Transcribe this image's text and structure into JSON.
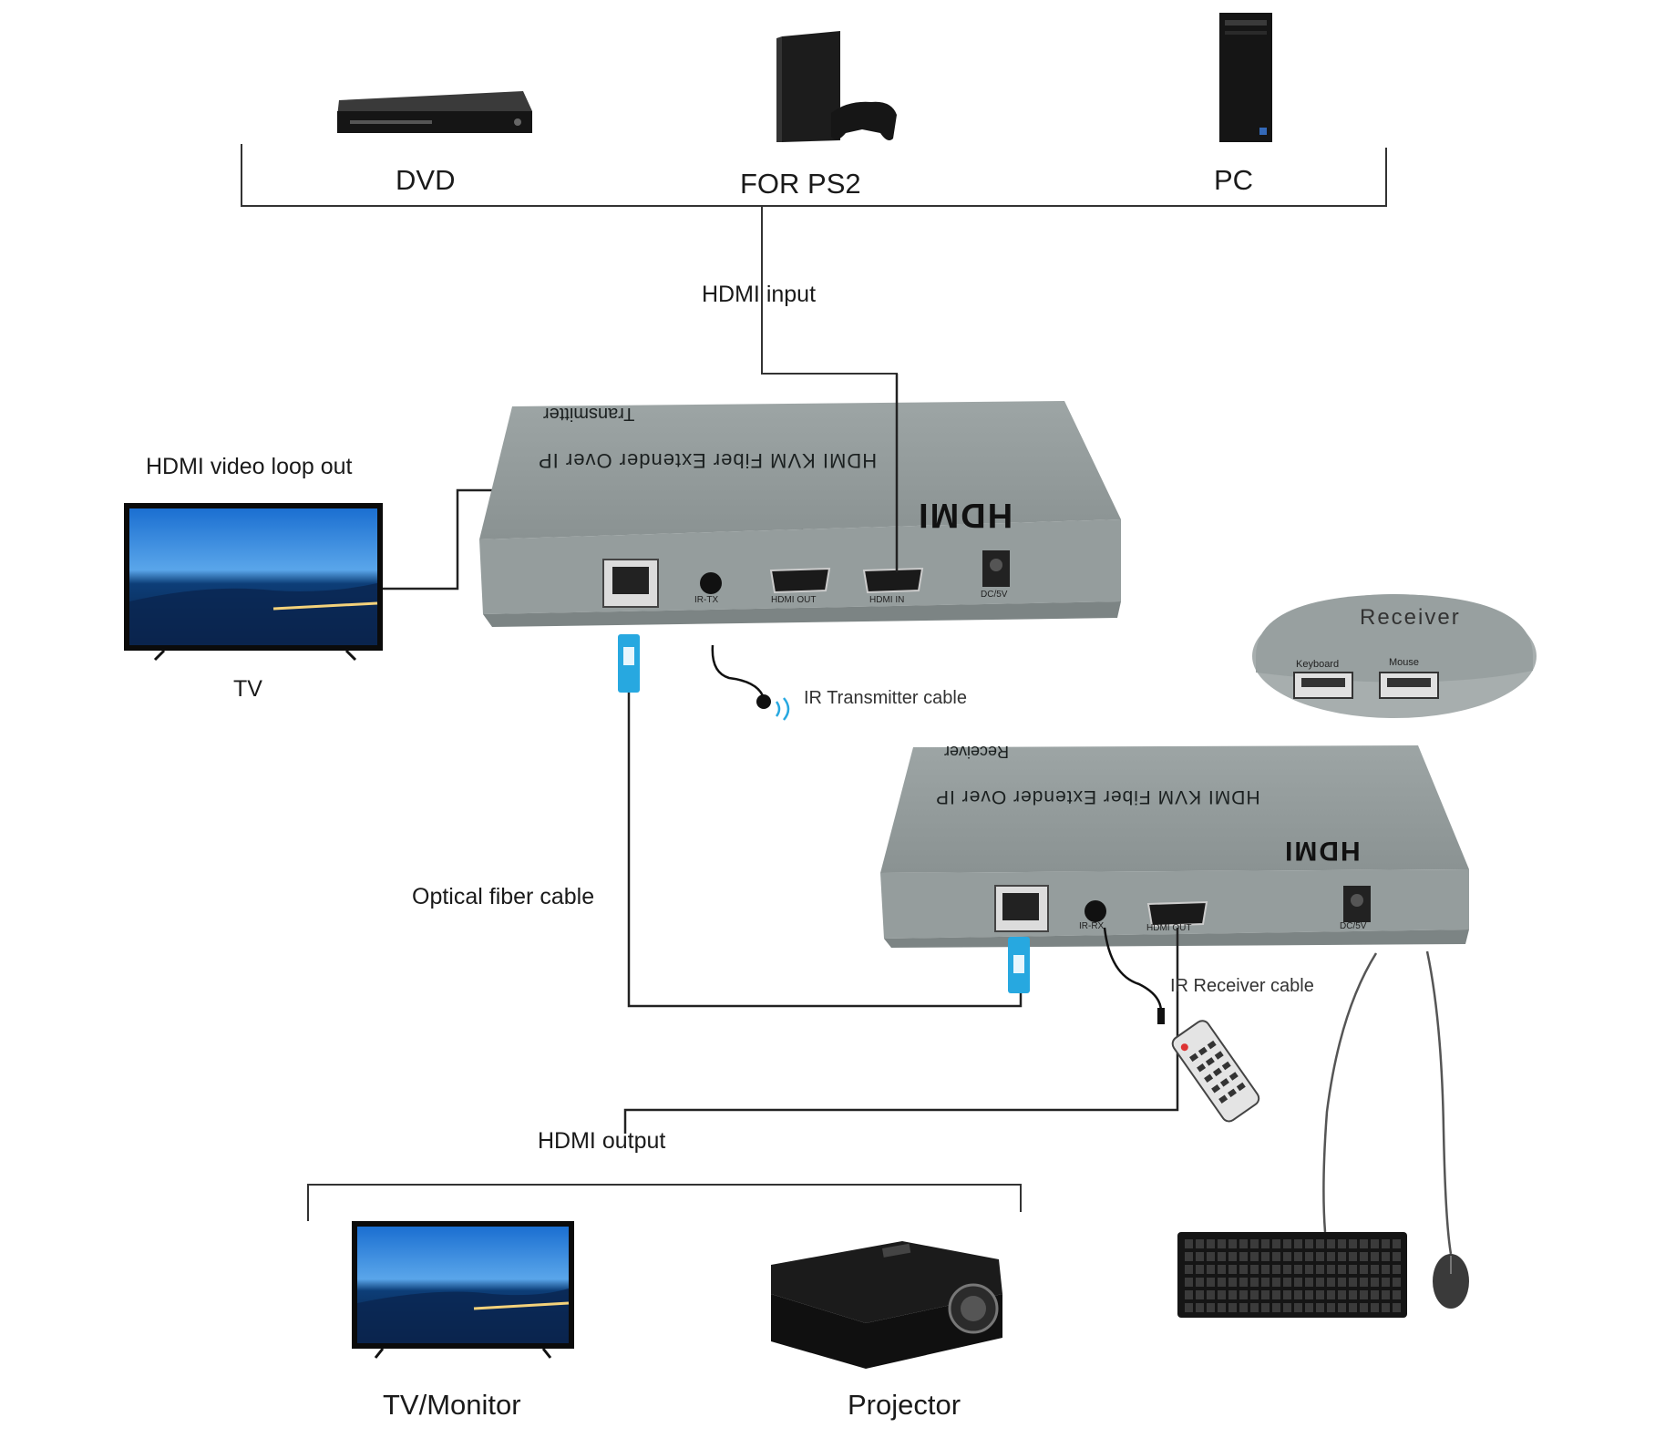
{
  "sources": {
    "dvd": "DVD",
    "ps2": "FOR PS2",
    "pc": "PC"
  },
  "hdmi_input": "HDMI input",
  "hdmi_loop_out": "HDMI video loop out",
  "tv": "TV",
  "transmitter": {
    "title": "HDMI KVM Fiber Extender Over IP",
    "side_label": "Transmitter",
    "logo": "HDMI",
    "ports": {
      "irtx": "IR-TX",
      "hdmi_out": "HDMI OUT",
      "hdmi_in": "HDMI IN",
      "dc": "DC/5V"
    }
  },
  "ir_transmitter_cable": "IR Transmitter cable",
  "receiver_inset": {
    "title": "Receiver",
    "keyboard": "Keyboard",
    "mouse": "Mouse"
  },
  "receiver": {
    "title": "HDMI KVM Fiber Extender Over IP",
    "side_label": "Receiver",
    "logo": "HDMI",
    "ports": {
      "irrx": "IR-RX",
      "hdmi_out": "HDMI OUT",
      "dc": "DC/5V"
    }
  },
  "optical_fiber_cable": "Optical fiber cable",
  "ir_receiver_cable": "IR Receiver cable",
  "hdmi_output": "HDMI output",
  "outputs": {
    "monitor": "TV/Monitor",
    "projector": "Projector"
  },
  "colors": {
    "device_gray": "#8e9696",
    "fiber_blue": "#27a8e0",
    "line": "#222222"
  }
}
